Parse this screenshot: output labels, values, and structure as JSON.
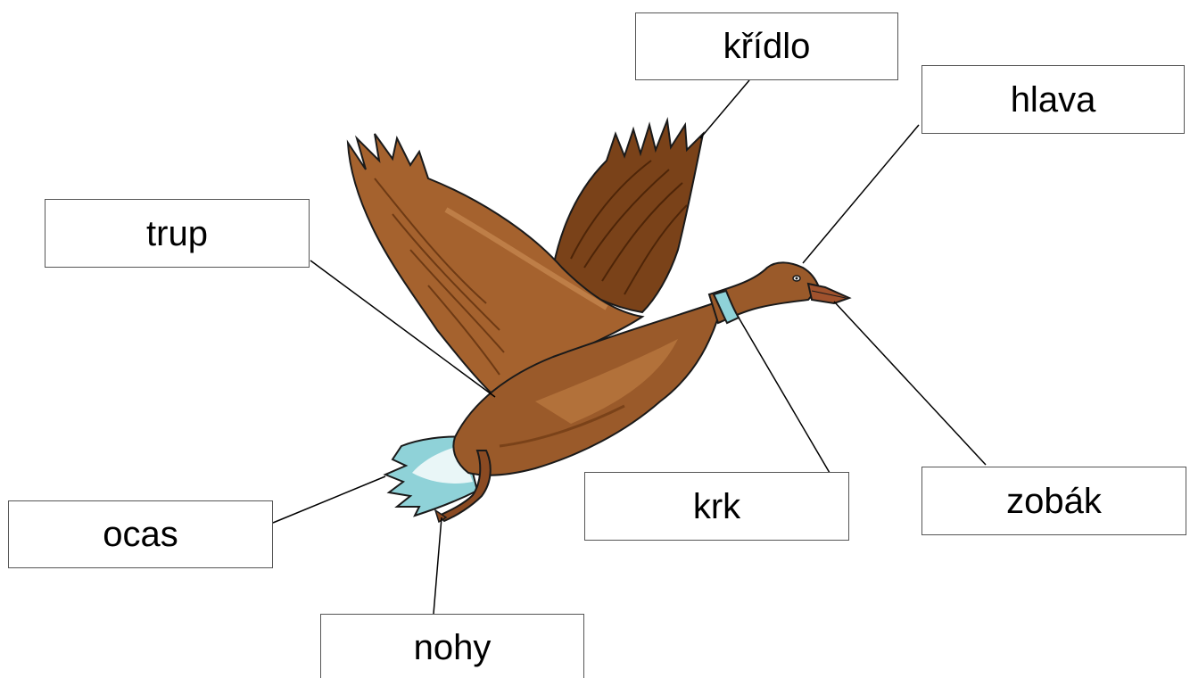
{
  "labels": {
    "kridlo": "křídlo",
    "hlava": "hlava",
    "trup": "trup",
    "krk": "krk",
    "zobak": "zobák",
    "ocas": "ocas",
    "nohy": "nohy"
  },
  "colors": {
    "body": "#9a5a2a",
    "body_light": "#b8773f",
    "body_shadow": "#7a4219",
    "wing_dark": "#6e3a14",
    "neck_ring": "#8fd2d8",
    "tail": "#8fd2d8",
    "beak": "#a0522d",
    "outline": "#1a1a1a",
    "leader_line": "#000000",
    "box_border": "#555555"
  }
}
